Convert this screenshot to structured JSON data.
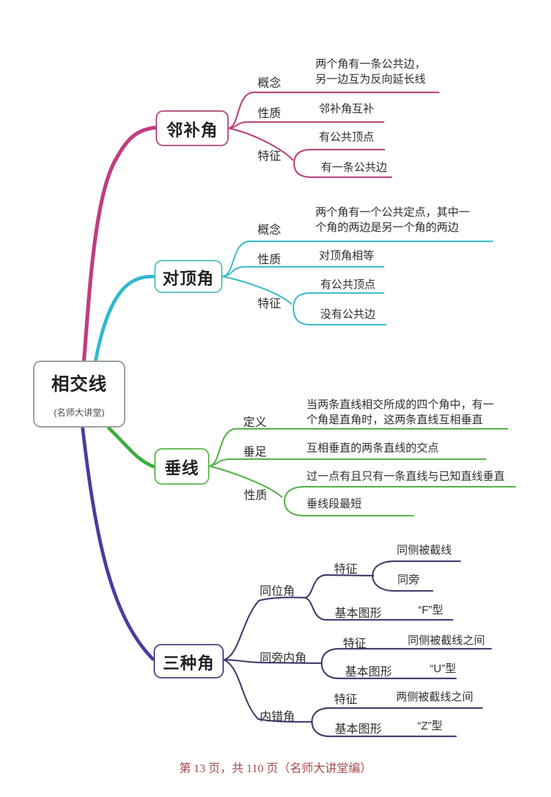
{
  "root": {
    "title": "相交线",
    "subtitle": "(名师大讲堂)"
  },
  "colors": {
    "branch1": "#b8437a",
    "branch1_thick": "#c03d82",
    "branch2": "#3fbdc7",
    "branch2_thick": "#2fb8cf",
    "branch3": "#55b24a",
    "branch3_thick": "#3cad3f",
    "branch4": "#3f3c6d",
    "branch4_thick": "#4a3b9e",
    "root_border": "#9a9a9a",
    "footer_text": "#a94a4c"
  },
  "branches": [
    {
      "title": "邻补角",
      "children": [
        {
          "label": "概念",
          "text": "两个角有一条公共边，\n另一边互为反向延长线"
        },
        {
          "label": "性质",
          "text": "邻补角互补"
        },
        {
          "label": "特征",
          "items": [
            "有公共顶点",
            "有一条公共边"
          ]
        }
      ]
    },
    {
      "title": "对顶角",
      "children": [
        {
          "label": "概念",
          "text": "两个角有一个公共定点，其中一\n个角的两边是另一个角的两边"
        },
        {
          "label": "性质",
          "text": "对顶角相等"
        },
        {
          "label": "特征",
          "items": [
            "有公共顶点",
            "没有公共边"
          ]
        }
      ]
    },
    {
      "title": "垂线",
      "children": [
        {
          "label": "定义",
          "text": "当两条直线相交所成的四个角中，有一\n个角是直角时，这两条直线互相垂直"
        },
        {
          "label": "垂足",
          "text": "互相垂直的两条直线的交点"
        },
        {
          "label": "性质",
          "items": [
            "过一点有且只有一条直线与已知直线垂直",
            "垂线段最短"
          ]
        }
      ]
    },
    {
      "title": "三种角",
      "children": [
        {
          "label": "同位角",
          "sub": [
            {
              "label": "特征",
              "items": [
                "同侧被截线",
                "同旁"
              ]
            },
            {
              "label": "基本图形",
              "value": "“F”型"
            }
          ]
        },
        {
          "label": "同旁内角",
          "sub": [
            {
              "label": "特征",
              "value": "同侧被截线之间"
            },
            {
              "label": "基本图形",
              "value": "“U”型"
            }
          ]
        },
        {
          "label": "内错角",
          "sub": [
            {
              "label": "特征",
              "value": "两侧被截线之间"
            },
            {
              "label": "基本图形",
              "value": "“Z”型"
            }
          ]
        }
      ]
    }
  ],
  "footer": {
    "text": "第 13 页，共 110 页（名师大讲堂编）"
  }
}
